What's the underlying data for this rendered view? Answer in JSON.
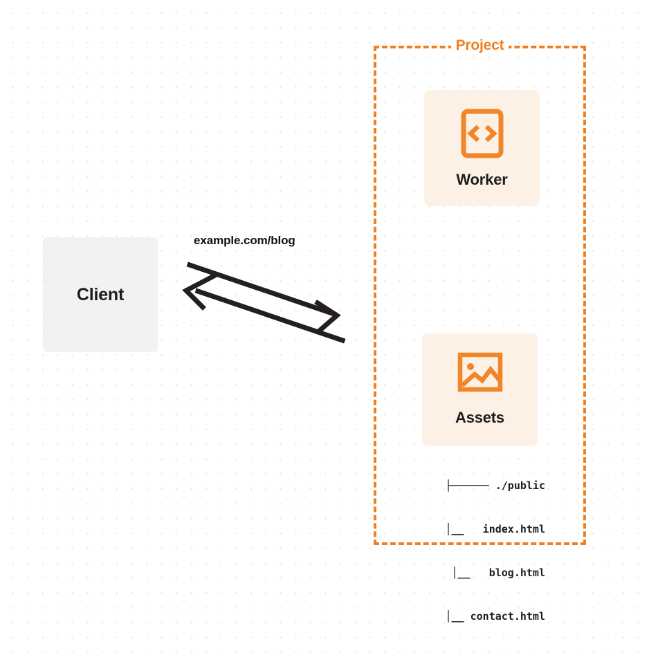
{
  "diagram": {
    "background": "dot-grid",
    "colors": {
      "accent_orange": "#ef8022",
      "node_fill": "#fdf1e5",
      "client_fill": "#f1f2f4",
      "text_dark": "#1d1d1f",
      "grid_dot": "#e9eaec"
    },
    "client": {
      "label": "Client"
    },
    "connection": {
      "label": "example.com/blog",
      "request_direction": "client-to-project",
      "response_direction": "project-to-client"
    },
    "project": {
      "title": "Project",
      "nodes": [
        {
          "id": "worker",
          "label": "Worker",
          "icon": "code-brackets-icon"
        },
        {
          "id": "assets",
          "label": "Assets",
          "icon": "image-icon"
        }
      ],
      "file_tree": [
        {
          "prefix": "├──────",
          "name": "./public"
        },
        {
          "prefix": "   │__  ",
          "name": "index.html"
        },
        {
          "prefix": "   │__  ",
          "name": "blog.html"
        },
        {
          "prefix": "   │__",
          "name": "contact.html"
        }
      ]
    }
  }
}
